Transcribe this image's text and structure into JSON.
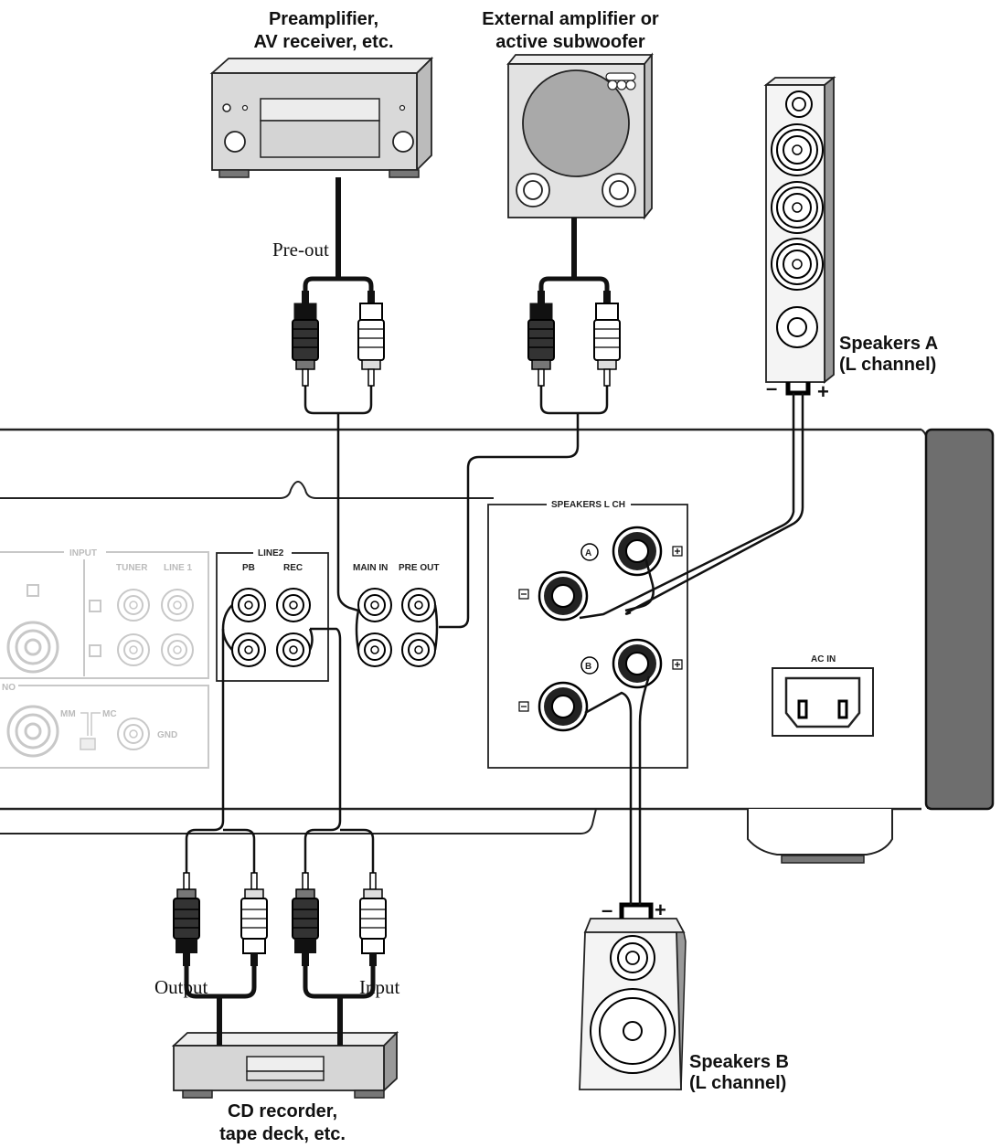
{
  "labels": {
    "preamp_line1": "Preamplifier,",
    "preamp_line2": "AV receiver, etc.",
    "extamp_line1": "External amplifier or",
    "extamp_line2": "active subwoofer",
    "speakers_a_line1": "Speakers A",
    "speakers_a_line2": "(L channel)",
    "speakers_b_line1": "Speakers B",
    "speakers_b_line2": "(L channel)",
    "recorder_line1": "CD recorder,",
    "recorder_line2": "tape deck, etc.",
    "pre_out": "Pre-out",
    "output": "Output",
    "input": "Input",
    "minus": "–",
    "plus": "+"
  },
  "panel": {
    "input": "INPUT",
    "tuner": "TUNER",
    "line1": "LINE 1",
    "line2": "LINE2",
    "pb": "PB",
    "rec": "REC",
    "main_in": "MAIN IN",
    "pre_out": "PRE OUT",
    "speakers_lch": "SPEAKERS L CH",
    "terminal_a": "A",
    "terminal_b": "B",
    "ac_in": "AC IN",
    "mm": "MM",
    "mc": "MC",
    "gnd": "GND",
    "no": "NO"
  }
}
